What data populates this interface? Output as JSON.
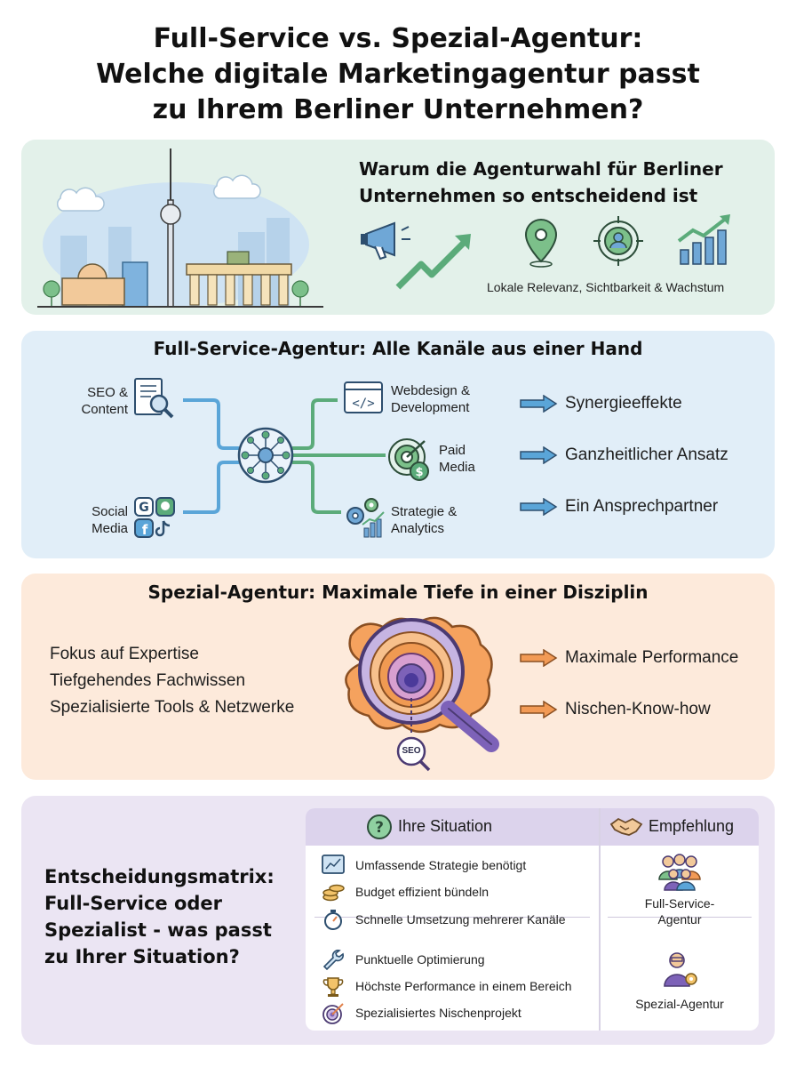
{
  "title": {
    "line1": "Full-Service vs. Spezial-Agentur:",
    "line2": "Welche digitale Marketingagentur passt",
    "line3": "zu Ihrem Berliner Unternehmen?"
  },
  "why": {
    "heading_line1": "Warum die Agenturwahl für Berliner",
    "heading_line2": "Unternehmen so entscheidend ist",
    "caption": "Lokale Relevanz, Sichtbarkeit & Wachstum",
    "icons": [
      "megaphone-icon",
      "growth-arrow-icon",
      "location-pin-icon",
      "target-user-icon",
      "bar-chart-icon"
    ]
  },
  "full_service": {
    "heading": "Full-Service-Agentur: Alle Kanäle aus einer Hand",
    "nodes": {
      "seo_line1": "SEO &",
      "seo_line2": "Content",
      "social_line1": "Social",
      "social_line2": "Media",
      "web_line1": "Webdesign &",
      "web_line2": "Development",
      "paid_line1": "Paid",
      "paid_line2": "Media",
      "strat_line1": "Strategie &",
      "strat_line2": "Analytics"
    },
    "benefits": [
      "Synergieeffekte",
      "Ganzheitlicher Ansatz",
      "Ein Ansprechpartner"
    ],
    "accent_color": "#5aa5d8",
    "line_color_green": "#5bab7a"
  },
  "specialist": {
    "heading": "Spezial-Agentur: Maximale Tiefe in einer Disziplin",
    "focus": [
      "Fokus auf Expertise",
      "Tiefgehendes Fachwissen",
      "Spezialisierte Tools & Netzwerke"
    ],
    "benefits": [
      "Maximale Performance",
      "Nischen-Know-how"
    ],
    "seo_badge": "SEO",
    "accent_color": "#f29a55"
  },
  "matrix": {
    "heading_line1": "Entscheidungsmatrix:",
    "heading_line2": "Full-Service oder",
    "heading_line3": "Spezialist - was passt",
    "heading_line4": "zu Ihrer Situation?",
    "col_situation": "Ihre Situation",
    "col_recommendation": "Empfehlung",
    "group1": {
      "items": [
        "Umfassende Strategie benötigt",
        "Budget effizient bündeln",
        "Schnelle Umsetzung mehrerer Kanäle"
      ],
      "rec_line1": "Full-Service-",
      "rec_line2": "Agentur"
    },
    "group2": {
      "items": [
        "Punktuelle Optimierung",
        "Höchste Performance in einem Bereich",
        "Spezialisiertes Nischenprojekt"
      ],
      "rec": "Spezial-Agentur"
    }
  }
}
